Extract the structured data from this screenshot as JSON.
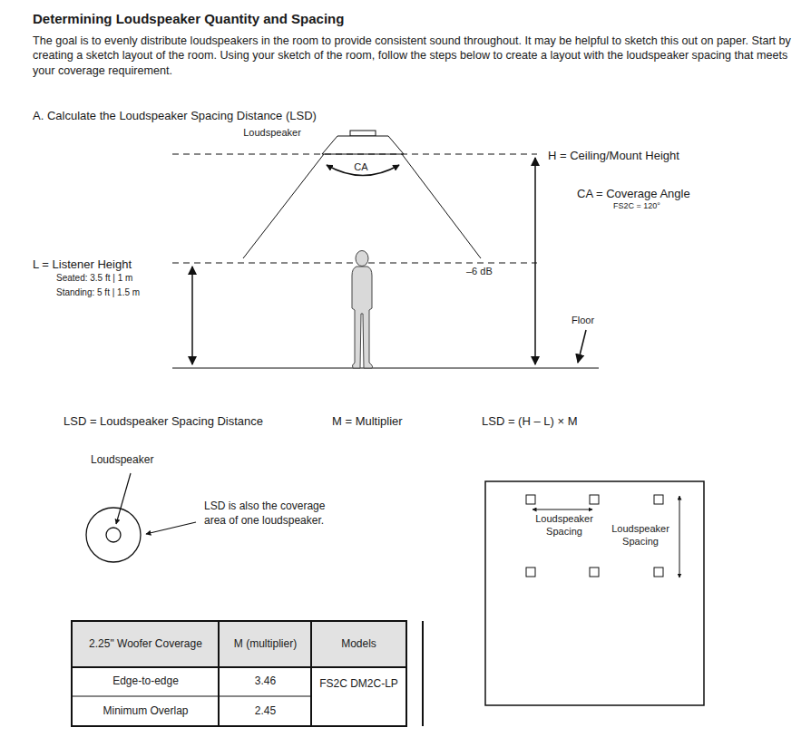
{
  "diagram": {
    "title": "Determining Loudspeaker Quantity and Spacing",
    "labels": [
      "The goal is to evenly distribute loudspeakers in the room to provide consistent sound throughout. It may be helpful to sketch this out on paper. Start by creating a sketch layout of the room. Using your sketch of the room, follow the steps below to create a layout with the loudspeaker spacing that meets your coverage requirement.",
      "A. Calculate the Loudspeaker Spacing Distance (LSD)",
      "Loudspeaker",
      "CA",
      "H = Ceiling/Mount Height",
      "CA = Coverage Angle",
      "FS2C = 120°",
      "L = Listener Height",
      "Seated: 3.5 ft | 1 m",
      "Standing: 5 ft | 1.5 m",
      "–6 dB",
      "Floor",
      "LSD = Loudspeaker Spacing Distance",
      "M = Multiplier",
      "LSD = (H – L) × M",
      "Loudspeaker",
      "LSD is also the coverage area of one loudspeaker.",
      "Loudspeaker Spacing",
      "Loudspeaker Spacing",
      "2.25\" Woofer Coverage",
      "M (multiplier)",
      "Models",
      "Edge-to-edge",
      "3.46",
      "FS2C DM2C-LP",
      "Minimum Overlap",
      "2.45"
    ]
  }
}
